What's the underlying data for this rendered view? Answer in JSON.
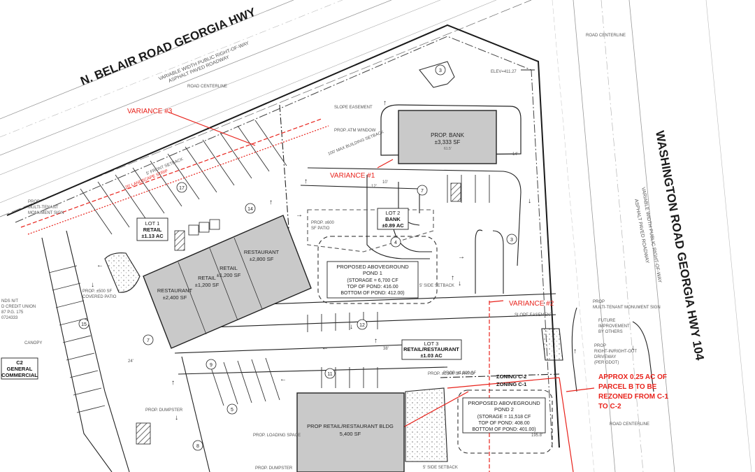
{
  "roads": {
    "north_name": "N. BELAIR ROAD GEORGIA HWY",
    "north_row": "VARIABLE WIDTH PUBLIC RIGHT-OF-WAY",
    "north_paving": "ASPHALT PAVED ROADWAY",
    "east_name": "WASHINGTON ROAD GEORGIA HWY 104",
    "east_row": "VARIABLE WIDTH PUBLIC RIGHT-OF-WAY",
    "east_paving": "ASPHALT PAVED ROADWAY",
    "centerline": "ROAD CENTERLINE"
  },
  "variances": {
    "v1": "VARIANCE #1",
    "v2": "VARIANCE #2",
    "v3": "VARIANCE #3",
    "rezone": [
      "APPROX 0.25 AC OF",
      "PARCEL B TO BE",
      "REZONED FROM C-1",
      "TO C-2"
    ]
  },
  "buildings": {
    "bank": [
      "PROP. BANK",
      "±3,333 SF"
    ],
    "restaurant_a": [
      "RESTAURANT",
      "±2,800 SF"
    ],
    "retail_a": [
      "RETAIL",
      "±1,200 SF"
    ],
    "retail_b": [
      "RETAIL",
      "±1,200 SF"
    ],
    "restaurant_b": [
      "RESTAURANT",
      "±2,400 SF"
    ],
    "retail_bldg": [
      "PROP RETAIL/RESTAURANT BLDG",
      "5,400 SF"
    ]
  },
  "lots": {
    "lot1": [
      "LOT 1",
      "RETAIL",
      "±1.13 AC"
    ],
    "lot2": [
      "LOT 2",
      "BANK",
      "±0.89 AC"
    ],
    "lot3": [
      "LOT 3",
      "RETAIL/RESTAURANT",
      "±1.03 AC"
    ]
  },
  "ponds": {
    "pond1": [
      "PROPOSED ABOVEGROUND",
      "POND 1",
      "(STORAGE = 6,700 CF",
      "TOP OF POND: 416.00",
      "BOTTOM OF POND: 412.00)"
    ],
    "pond2": [
      "PROPOSED ABOVEGROUND",
      "POND 2",
      "(STORAGE = 11,518 CF",
      "TOP OF POND: 408.00",
      "BOTTOM OF POND: 401.00)"
    ]
  },
  "zoning": {
    "c2": "ZONING C-2",
    "c1": "ZONING C-1",
    "general": [
      "C2",
      "GENERAL",
      "COMMERCIAL"
    ]
  },
  "notes": {
    "monument_left": [
      "PROP",
      "MULTI-TENANT",
      "MONUMENT SIGN"
    ],
    "monument_right": [
      "PROP",
      "MULTI-TENANT MONUMENT SIGN"
    ],
    "future": [
      "FUTURE",
      "IMPROVEMENT",
      "BY OTHERS"
    ],
    "driveway": [
      "PROP",
      "RIGHT-IN/RIGHT-OUT",
      "DRIVEWAY",
      "(PER GDOT)"
    ],
    "atm": "PROP. ATM WINDOW",
    "patio_600": [
      "PROP. ±600",
      "SF PATIO"
    ],
    "covered_patio": [
      "PROP. ±500 SF",
      "COVERED PATIO"
    ],
    "patio_800": "PROP. ±1,800 SF PATIO",
    "patio_1800": "PROP. ±1,800 SF",
    "dumpster1": "PROP. DUMPSTER",
    "dumpster2": "PROP. DUMPSTER",
    "loading": "PROP. LOADING SPACE",
    "slope": "SLOPE EASEMENT",
    "slope2": "SLOPE EASEMENT",
    "side_setback": "5' SIDE SETBACK",
    "side_setback2": "5' SIDE SETBACK",
    "front_setback": "5' FRONT SETBACK",
    "landscape": "20' LANDSCAPE STRIP",
    "max_setback": "100' MAX BUILDING SETBACK",
    "bank_elev": "ELEV=411.27",
    "credit_union": [
      "NDS N/T",
      "D CREDIT UNION",
      "87 P.G. 175",
      "0724333"
    ],
    "canopy": "CANOPY",
    "dims": [
      "12'",
      "10'",
      "14'",
      "38'",
      "24'",
      "195.8'",
      "61.5'"
    ],
    "parking_counts": [
      "3",
      "17",
      "14",
      "7",
      "4",
      "3",
      "7",
      "15",
      "12",
      "9",
      "11",
      "8",
      "5"
    ]
  },
  "colors": {
    "red": "#e8221b",
    "building": "#c9c9c9",
    "line": "#222222"
  }
}
